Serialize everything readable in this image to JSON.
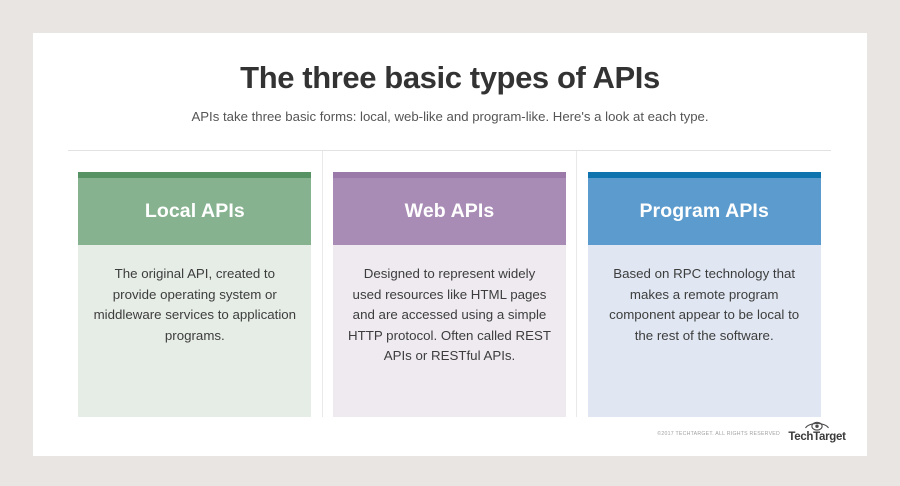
{
  "header": {
    "title": "The three basic types of APIs",
    "subtitle": "APIs take three basic forms: local, web-like and program-like. Here's a look at each type."
  },
  "cards": [
    {
      "label": "Local APIs",
      "body": "The original API, created to provide operating system or middleware services to application programs.",
      "stripe_color": "#569264",
      "header_color": "#86b28f",
      "body_color": "#e6ece6"
    },
    {
      "label": "Web APIs",
      "body": "Designed to represent widely used resources like HTML pages and are accessed using a simple HTTP protocol. Often called REST APIs or RESTful APIs.",
      "stripe_color": "#9b79a8",
      "header_color": "#a98cb5",
      "body_color": "#eeeaf0"
    },
    {
      "label": "Program APIs",
      "body": "Based on RPC technology that makes a remote program component appear to be local to the rest of the software.",
      "stripe_color": "#0f73ad",
      "header_color": "#5b9bcd",
      "body_color": "#e0e7f2"
    }
  ],
  "footer": {
    "copyright": "©2017 TECHTARGET. ALL RIGHTS RESERVED",
    "logo_wordmark": "TechTarget",
    "logo_icon": "eye-icon"
  },
  "canvas": {
    "page_background": "#e8e5e3",
    "panel_background": "#ffffff",
    "rule_color": "#e2e2e2"
  }
}
